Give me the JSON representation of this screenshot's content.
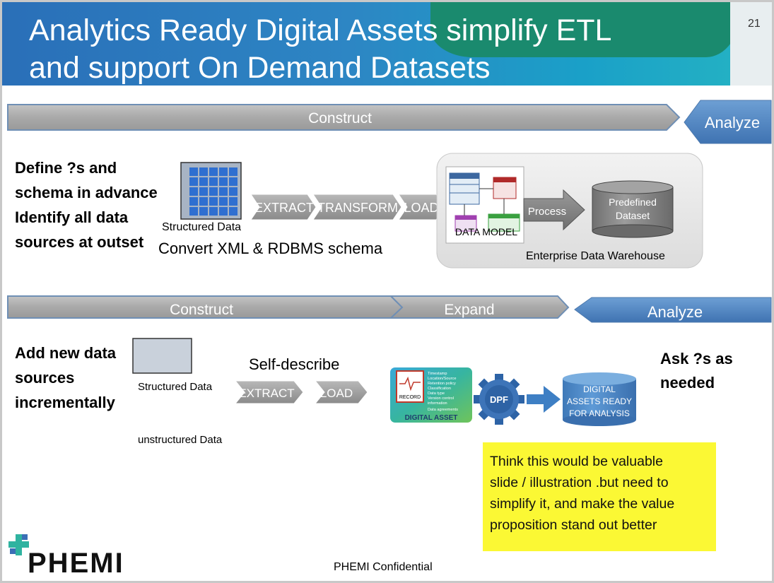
{
  "slide": {
    "title_line1": "Analytics Ready Digital Assets simplify ETL",
    "title_line2": "and support On Demand Datasets",
    "page_number": "21",
    "footer": "PHEMI Confidential",
    "logo_text": "PHEMI"
  },
  "top": {
    "banner_construct": "Construct",
    "banner_analyze": "Analyze",
    "left_text": [
      "Define ?s and",
      "schema in advance",
      "Identify all data",
      "sources at outset"
    ],
    "structured_label": "Structured  Data",
    "steps": [
      "EXTRACT",
      "TRANSFORM",
      "LOAD"
    ],
    "convert_caption": "Convert XML & RDBMS schema",
    "data_model_label": "DATA MODEL",
    "process_label": "Process",
    "dataset_label": [
      "Predefined",
      "Dataset"
    ],
    "warehouse_label": "Enterprise  Data  Warehouse"
  },
  "bottom": {
    "banner_construct": "Construct",
    "banner_expand": "Expand",
    "banner_analyze": "Analyze",
    "left_text": [
      "Add new data",
      "sources",
      "incrementally"
    ],
    "structured_label": "Structured  Data",
    "unstructured_label": "unstructured  Data",
    "self_describe": "Self-describe",
    "steps": [
      "EXTRACT",
      "LOAD"
    ],
    "record_label": "RECORD",
    "asset_bullets": [
      "Timestamp",
      "Location/Source",
      "Retention policy",
      "Classification",
      "Data type",
      "Version control",
      "information",
      "Data agreements"
    ],
    "digital_asset_label": "DIGITAL ASSET",
    "dpf_label": "DPF",
    "ready_label": [
      "DIGITAL",
      "ASSETS READY",
      "FOR ANALYSIS"
    ],
    "right_text": [
      "Ask ?s as",
      "needed"
    ]
  },
  "note": {
    "lines": [
      "Think this would be valuable",
      "slide / illustration .but need to",
      "simplify  it, and make the value",
      "proposition stand out better"
    ]
  }
}
